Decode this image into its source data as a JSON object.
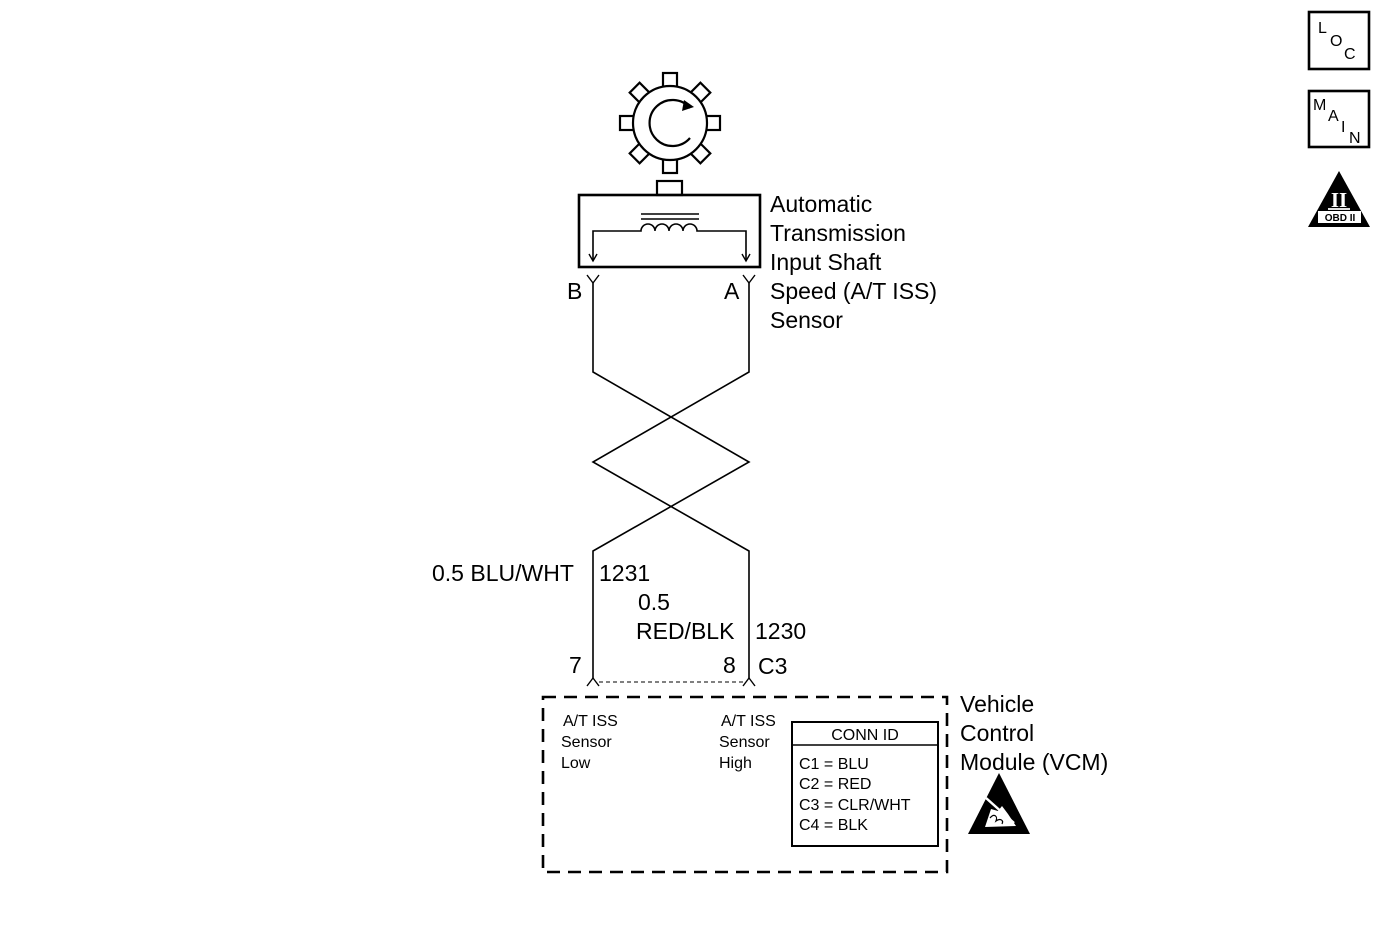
{
  "sensor": {
    "name_lines": [
      "Automatic",
      "Transmission",
      "Input Shaft",
      "Speed (A/T ISS)",
      "Sensor"
    ],
    "terminal_b": "B",
    "terminal_a": "A"
  },
  "wires": {
    "low": {
      "size_color": "0.5 BLU/WHT",
      "circuit": "1231",
      "pin": "7"
    },
    "high": {
      "size": "0.5",
      "color": "RED/BLK",
      "circuit": "1230",
      "pin": "8"
    },
    "connector": "C3"
  },
  "vcm": {
    "name_lines": [
      "Vehicle",
      "Control",
      "Module (VCM)"
    ],
    "input_low_lines": [
      "A/T ISS",
      "Sensor",
      "Low"
    ],
    "input_high_lines": [
      "A/T ISS",
      "Sensor",
      "High"
    ],
    "conn_id": {
      "title": "CONN ID",
      "rows": [
        "C1 = BLU",
        "C2 = RED",
        "C3 = CLR/WHT",
        "C4 = BLK"
      ]
    }
  },
  "icons": {
    "loc": {
      "letters": [
        "L",
        "O",
        "C"
      ]
    },
    "main": {
      "letters": [
        "M",
        "A",
        "I",
        "N"
      ]
    },
    "obd": {
      "numeral": "II",
      "caption": "OBD II"
    },
    "esd": "esd-warning-icon",
    "reluctor": "reluctor-wheel-icon"
  },
  "colors": {
    "line": "#000000",
    "background": "#ffffff"
  }
}
